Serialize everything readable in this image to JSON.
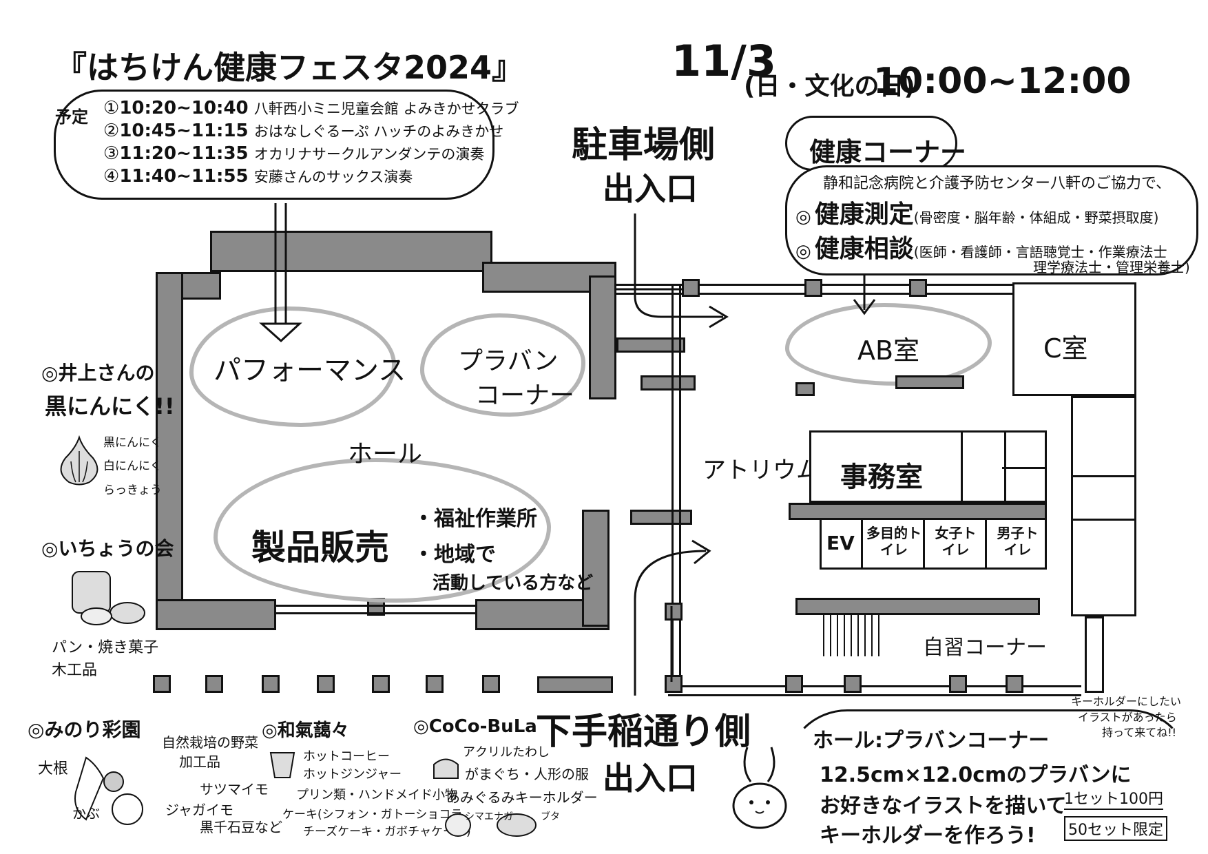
{
  "title": "『はちけん健康フェスタ2024』",
  "date": {
    "day": "11/3",
    "weekday": "(日・文化の日)",
    "time": "10:00~12:00"
  },
  "schedule": {
    "label": "予定",
    "items": [
      {
        "num": "①",
        "time": "10:20~10:40",
        "desc": "八軒西小ミニ児童会館 よみきかせクラブ"
      },
      {
        "num": "②",
        "time": "10:45~11:15",
        "desc": "おはなしぐるーぷ ハッチのよみきかせ"
      },
      {
        "num": "③",
        "time": "11:20~11:35",
        "desc": "オカリナサークルアンダンテの演奏"
      },
      {
        "num": "④",
        "time": "11:40~11:55",
        "desc": "安藤さんのサックス演奏"
      }
    ]
  },
  "entrances": {
    "parking_line1": "駐車場側",
    "parking_line2": "出入口",
    "street_line1": "下手稲通り側",
    "street_line2": "出入口"
  },
  "health_corner": {
    "title": "健康コーナー",
    "intro": "静和記念病院と介護予防センター八軒のご協力で、",
    "item1_mark": "◎",
    "item1_title": "健康測定",
    "item1_detail": "(骨密度・脳年齢・体組成・野菜摂取度)",
    "item2_mark": "◎",
    "item2_title": "健康相談",
    "item2_detail_line1": "(医師・看護師・言語聴覚士・作業療法士",
    "item2_detail_line2": "理学療法士・管理栄養士)"
  },
  "rooms": {
    "performance": "パフォーマンス",
    "puraban_line1": "プラバン",
    "puraban_line2": "コーナー",
    "hall": "ホール",
    "sales": "製品販売",
    "sales_note1": "・福祉作業所",
    "sales_note2": "・地域で",
    "sales_note3": "活動している方など",
    "ab": "AB室",
    "c": "C室",
    "atrium": "アトリウム",
    "office": "事務室",
    "ev": "EV",
    "toilet_multi": "多目的トイレ",
    "toilet_women": "女子トイレ",
    "toilet_men": "男子トイレ",
    "study": "自習コーナー"
  },
  "vendors": {
    "inoue": {
      "mark": "◎",
      "name": "井上さんの",
      "product": "黒にんにく!!",
      "items": [
        "黒にんにく",
        "白にんにく",
        "らっきょう"
      ]
    },
    "ichou": {
      "mark": "◎",
      "name": "いちょうの会",
      "items_line1": "パン・焼き菓子",
      "items_line2": "木工品"
    },
    "minori": {
      "mark": "◎",
      "name": "みのり彩園",
      "items": [
        "大根",
        "かぶ",
        "自然栽培の野菜",
        "加工品",
        "サツマイモ",
        "ジャガイモ",
        "黒千石豆など"
      ]
    },
    "wakiaiai": {
      "mark": "◎",
      "name": "和氣藹々",
      "items": [
        "ホットコーヒー",
        "ホットジンジャー",
        "プリン類・ハンドメイド小物",
        "ケーキ(シフォン・ガトーショコラ",
        "チーズケーキ・ガボチャケーキ)"
      ]
    },
    "cocobula": {
      "mark": "◎",
      "name": "CoCo-BuLa",
      "items": [
        "アクリルたわし",
        "がまぐち・人形の服",
        "あみぐるみキーホルダー"
      ],
      "animals": [
        "シマエナガ",
        "ブタ"
      ]
    }
  },
  "puraban_info": {
    "header": "ホール:プラバンコーナー",
    "line1": "12.5cm×12.0cmのプラバンに",
    "line2": "お好きなイラストを描いて",
    "line3": "キーホルダーを作ろう!",
    "price": "1セット100円",
    "limit": "50セット限定",
    "bring_line1": "キーホルダーにしたい",
    "bring_line2": "イラストがあったら",
    "bring_line3": "持って来てね!!"
  },
  "colors": {
    "wall": "#8a8a8a",
    "cloud": "#b5b5b5",
    "ink": "#111111"
  }
}
